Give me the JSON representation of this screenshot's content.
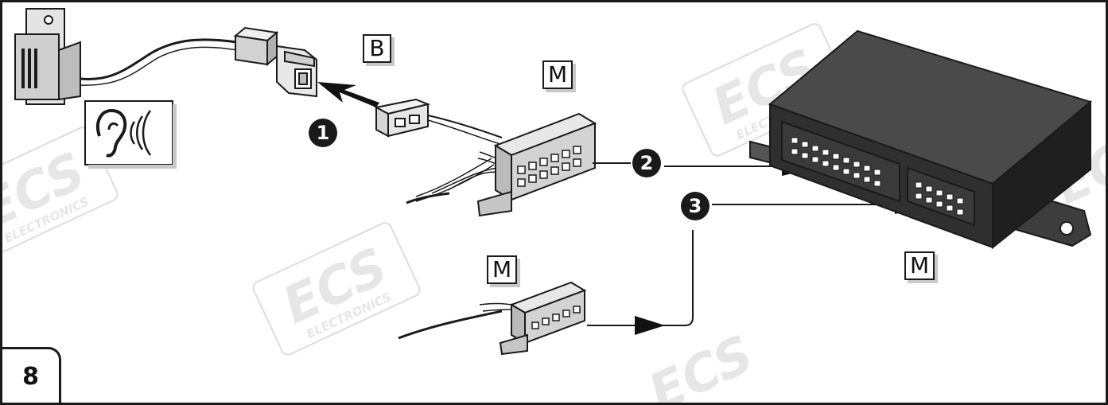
{
  "figure_number": "8",
  "labels": {
    "buzzer_box": "B",
    "connector_top": "M",
    "connector_bottom": "M",
    "module": "M"
  },
  "steps": [
    "1",
    "2",
    "3"
  ],
  "watermark": {
    "logo": "ECS",
    "text": "ELECTRONICS"
  },
  "colors": {
    "ink": "#1a1a1a",
    "part_fill": "#d9d9d9",
    "module_body": "#3d3d3d",
    "watermark": "#e8e8e8"
  }
}
